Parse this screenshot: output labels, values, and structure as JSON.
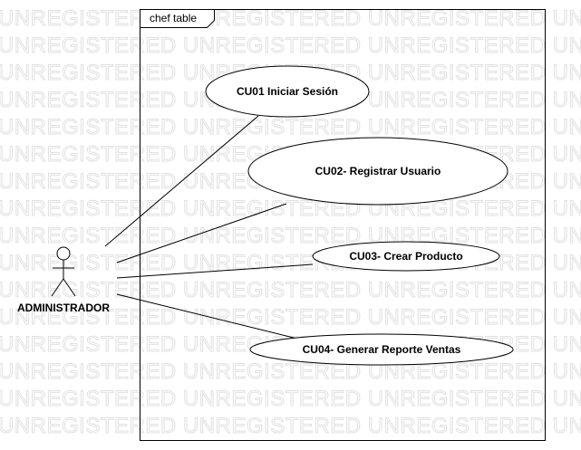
{
  "watermark": {
    "text": "UNREGISTERED UNREGISTERED UNREGISTERED UNREGISTERED"
  },
  "system": {
    "name": "chef table"
  },
  "actor": {
    "name": "ADMINISTRADOR"
  },
  "use_cases": [
    {
      "label": "CU01 Iniciar Sesión"
    },
    {
      "label": "CU02- Registrar Usuario"
    },
    {
      "label": "CU03- Crear Producto"
    },
    {
      "label": "CU04- Generar Reporte Ventas"
    }
  ]
}
